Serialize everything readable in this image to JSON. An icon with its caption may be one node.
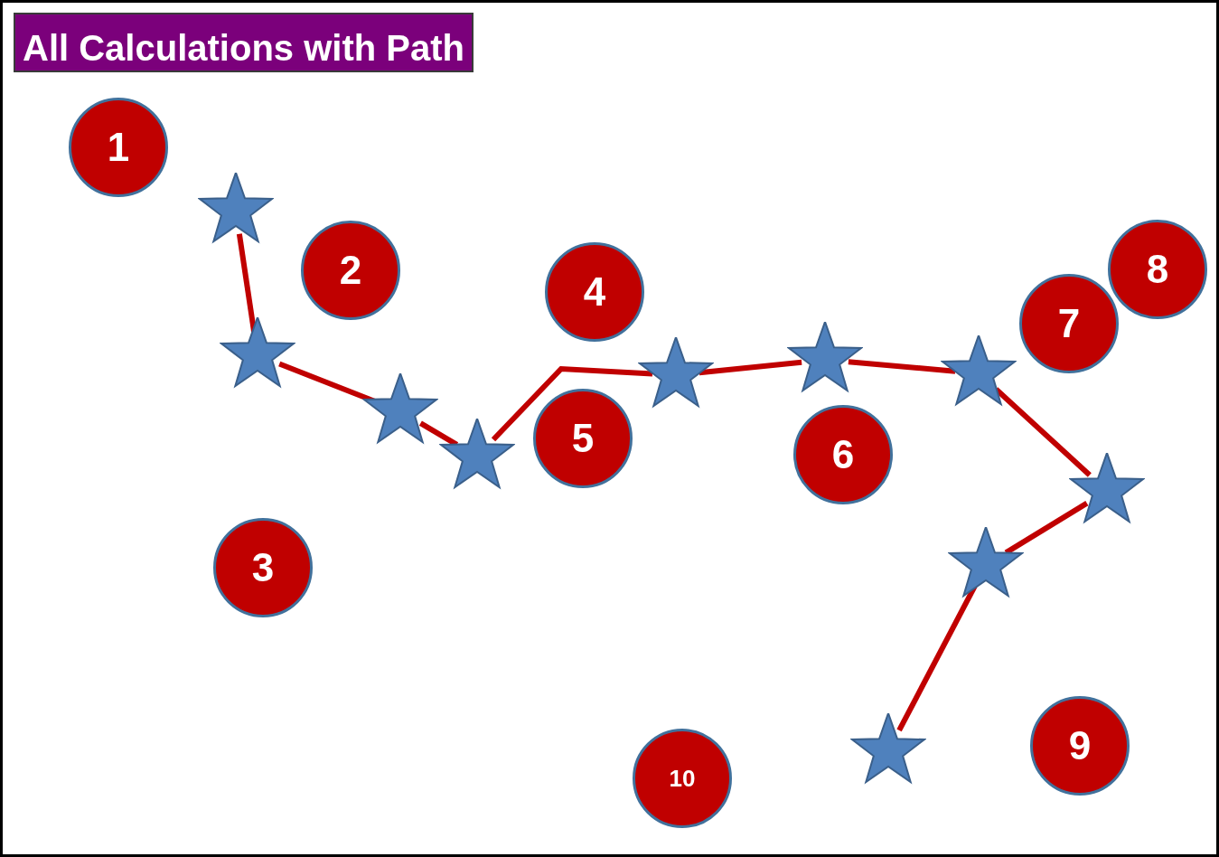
{
  "diagram": {
    "title": "All Calculations with Path",
    "nodes": [
      {
        "text": [
          "1"
        ]
      },
      {
        "text": [
          "2"
        ]
      },
      {
        "text": [
          "3"
        ]
      },
      {
        "text": [
          "4"
        ]
      },
      {
        "text": [
          "5"
        ]
      },
      {
        "text": [
          "6"
        ]
      },
      {
        "text": [
          "7"
        ]
      },
      {
        "text": [
          "8"
        ]
      },
      {
        "text": [
          "9"
        ]
      },
      {
        "text": [
          "10"
        ]
      },
      {
        "text": [],
        "shape": "star"
      },
      {
        "text": [],
        "shape": "star"
      },
      {
        "text": [],
        "shape": "star"
      },
      {
        "text": [],
        "shape": "star"
      },
      {
        "text": [],
        "shape": "star"
      },
      {
        "text": [],
        "shape": "star"
      },
      {
        "text": [],
        "shape": "star"
      },
      {
        "text": [],
        "shape": "star"
      },
      {
        "text": [],
        "shape": "star"
      },
      {
        "text": [],
        "shape": "star"
      }
    ],
    "edges": [
      {
        "from": 10,
        "to": 11,
        "arrow": "none"
      },
      {
        "from": 11,
        "to": 12,
        "arrow": "none"
      },
      {
        "from": 12,
        "to": 13,
        "arrow": "none"
      },
      {
        "from": 13,
        "to": 14,
        "arrow": "none"
      },
      {
        "from": 14,
        "to": 15,
        "arrow": "none"
      },
      {
        "from": 15,
        "to": 18,
        "arrow": "none"
      },
      {
        "from": 18,
        "to": 19,
        "arrow": "none"
      },
      {
        "from": 19,
        "to": 17,
        "arrow": "none"
      },
      {
        "from": 17,
        "to": 16,
        "arrow": "none"
      }
    ]
  }
}
